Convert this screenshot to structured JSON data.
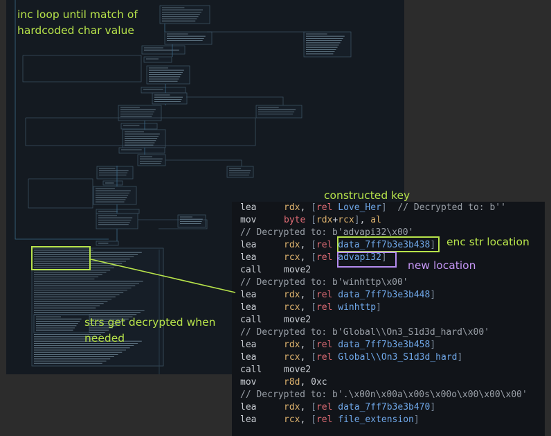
{
  "annotations": {
    "loop_note": "inc loop until match of\nhardcoded char value",
    "strs_note": "strs get decrypted when\nneeded",
    "constructed_key": "constructed key",
    "enc_str_location": "enc str location",
    "new_location": "new location"
  },
  "code_lines": [
    {
      "mnemonic": "lea",
      "reg": "rdx",
      "kw": "rel",
      "sym": "Love_Her",
      "comment": "  // Decrypted to: b''"
    },
    {
      "mnemonic": "mov",
      "byte_kw": "byte",
      "reg": "rdx",
      "reg2": "rcx",
      "reg3": "al"
    },
    {
      "comment": "// Decrypted to: b'advapi32\\x00'"
    },
    {
      "mnemonic": "lea",
      "reg": "rdx",
      "kw": "rel",
      "sym": "data_7ff7b3e3b438"
    },
    {
      "mnemonic": "lea",
      "reg": "rcx",
      "kw": "rel",
      "sym": "advapi32"
    },
    {
      "mnemonic": "call",
      "target": "move2"
    },
    {
      "comment": "// Decrypted to: b'winhttp\\x00'"
    },
    {
      "mnemonic": "lea",
      "reg": "rdx",
      "kw": "rel",
      "sym": "data_7ff7b3e3b448"
    },
    {
      "mnemonic": "lea",
      "reg": "rcx",
      "kw": "rel",
      "sym": "winhttp"
    },
    {
      "mnemonic": "call",
      "target": "move2"
    },
    {
      "comment": "// Decrypted to: b'Global\\\\On3_S1d3d_hard\\x00'"
    },
    {
      "mnemonic": "lea",
      "reg": "rdx",
      "kw": "rel",
      "sym": "data_7ff7b3e3b458"
    },
    {
      "mnemonic": "lea",
      "reg": "rcx",
      "kw": "rel",
      "sym": "Global\\\\On3_S1d3d_hard"
    },
    {
      "mnemonic": "call",
      "target": "move2"
    },
    {
      "mnemonic": "mov",
      "reg": "r8d",
      "imm": "0xc"
    },
    {
      "comment": "// Decrypted to: b'.\\x00n\\x00a\\x00s\\x00o\\x00\\x00\\x00'"
    },
    {
      "mnemonic": "lea",
      "reg": "rdx",
      "kw": "rel",
      "sym": "data_7ff7b3e3b470"
    },
    {
      "mnemonic": "lea",
      "reg": "rcx",
      "kw": "rel",
      "sym": "file_extension"
    }
  ],
  "colors": {
    "annotation_green": "#b7e34a",
    "annotation_purple": "#b58cf0",
    "register": "#e0b46e",
    "keyword": "#e06c75",
    "symbol": "#6fa7e8"
  }
}
